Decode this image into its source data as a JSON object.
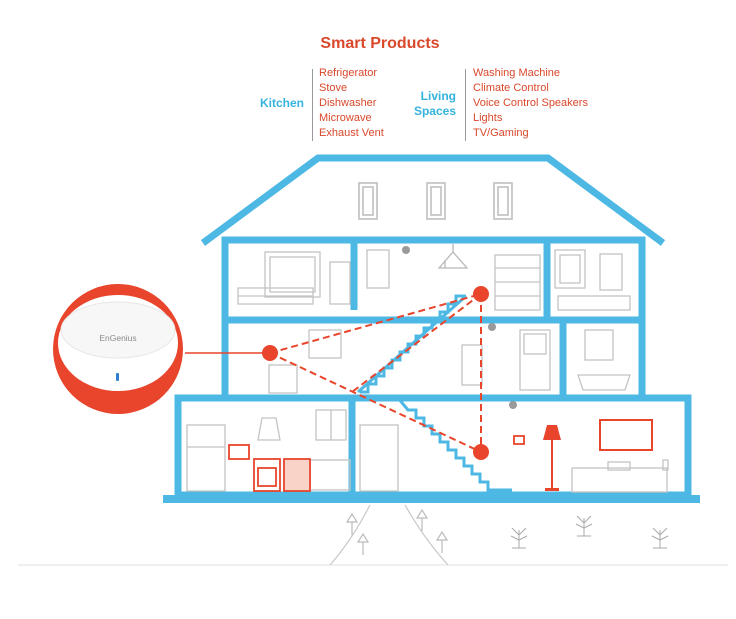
{
  "title": "Smart Products",
  "kitchen": {
    "label": "Kitchen",
    "items": [
      "Refrigerator",
      "Stove",
      "Dishwasher",
      "Microwave",
      "Exhaust Vent"
    ]
  },
  "living": {
    "label_line1": "Living",
    "label_line2": "Spaces",
    "items": [
      "Washing Machine",
      "Climate Control",
      "Voice Control Speakers",
      "Lights",
      "TV/Gaming"
    ]
  },
  "router": {
    "brand": "EnGenius"
  },
  "colors": {
    "house_blue": "#4db8e3",
    "accent_red": "#e8452c",
    "text_red": "#d9482b",
    "label_blue": "#35b3dd",
    "line_gray": "#bdbdbd"
  }
}
